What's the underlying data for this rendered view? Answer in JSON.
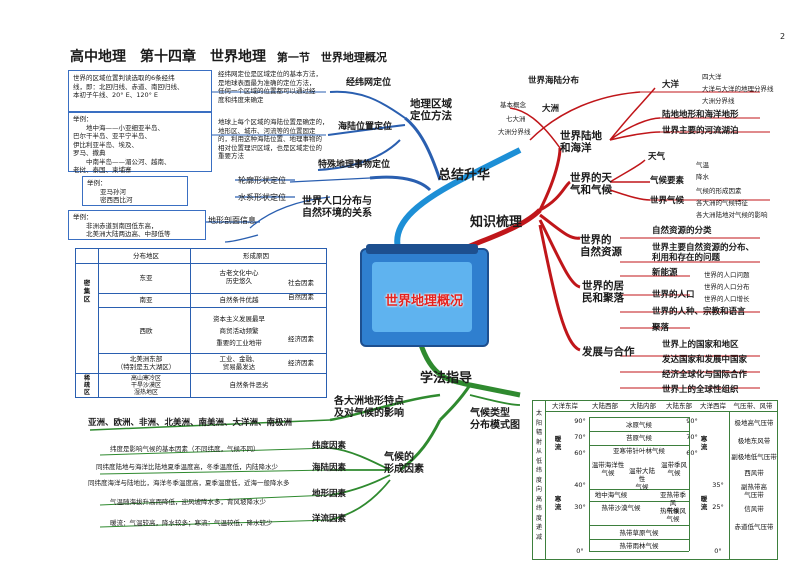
{
  "page_number": "2",
  "header": {
    "title": "高中地理　第十四章　世界地理",
    "section": "第一节　世界地理概况"
  },
  "center": {
    "label": "世界地理概况"
  },
  "branches": {
    "summary": "总结升华",
    "knowledge": "知识梳理",
    "method": "学法指导"
  },
  "summary": {
    "regional_positioning": "地理区域\n定位方法",
    "graticule": "经纬网定位",
    "sea_land": "海陆位置定位",
    "landmark": "特殊地理事物定位",
    "human_nature": "世界人口分布与\n自然环境的关系",
    "outline": "轮廓形状定位",
    "water_shape": "水系形状定位",
    "section_map": "地形剖面信息",
    "box_graticule_left": "世界的区域位置判读选取的6条经纬\n线，即：北回归线、赤道、南回归线、\n本初子午线、20° E、120° E",
    "box_graticule_right": "经纬网定位是区域定位的基本方法，\n是地球表面最为准确的定位方法，\n任何一个区域的位置都可以通过经\n度和纬度来确定",
    "box_sealand_left": "举例：\n　　地中海——小亚细亚半岛、\n巴尔干半岛、亚平宁半岛、\n伊比利亚半岛、埃及、\n罗马、撒典\n　　中南半岛——湄公河、越南、\n老挝、泰国、柬埔寨",
    "box_sealand_right": "地球上每个区域的海陆位置是确定的，\n地形区、城市、河流等的位置固定\n的，利用这种海陆位置、地理事物的\n相对位置理识区域，也是区域定位的\n重要方法",
    "box_ex1": "举例：\n　　亚马孙河\n　　密西西比河",
    "box_ex2": "举例：\n　　非洲赤道到南回低东高，\n　　北美洲大陆两边高、中部低等"
  },
  "pop_table": {
    "headers": [
      "分布地区",
      "形成原因"
    ],
    "dense": "密\n集\n区",
    "sparse": "稀\n疏\n区",
    "rows": [
      {
        "area": "东亚",
        "causes": "古老文化中心\n历史悠久"
      },
      {
        "area": "南亚",
        "causes": "自然条件优越"
      },
      {
        "area": "西欧",
        "causes": "资本主义发展最早\n商贸活动频繁\n重要的工业地带"
      },
      {
        "area": "北美洲东部\n（特别是五大湖区）",
        "causes": "工业、金融、\n贸易最发达"
      },
      {
        "area": "高山寒冷区\n干旱沙漠区\n湿热地区",
        "causes": "自然条件恶劣"
      }
    ],
    "brace_social": "社会因素",
    "brace_natural": "自然因素",
    "brace_econ": "经济因素",
    "brace_econ2": "经济因素"
  },
  "method": {
    "continents_climate": "各大洲地形特点\n及对气候的影响",
    "continents_list": "亚洲、欧洲、非洲、北美洲、南美洲、大洋洲、南极洲",
    "climate_factors": "气候的\n形成因素",
    "latitude": "纬度因素",
    "sea_land": "海陆因素",
    "terrain": "地形因素",
    "current": "洋流因素",
    "lat_desc": "纬度是影响气候的基本因素（不同纬度，气候不同）",
    "sealand_desc1": "同纬度陆地与海洋比陆地夏季温度高，冬季温度低，内陆降水少",
    "sealand_desc2": "同纬度海洋与陆地比，海洋冬季温度高，夏季温度低，近海一般降水多",
    "terrain_desc": "气温随海拔升高而降低，迎风坡降水多，背风坡降水少",
    "current_desc": "暖流：气温较高，降水较多；寒流：气温较低，降水较少",
    "climate_model": "气候类型\n分布模式图"
  },
  "knowledge": {
    "sea_land": "世界陆地\n和海洋",
    "sea_land_dist": "世界海陆分布",
    "ocean": "大洋",
    "ocean_items": [
      "四大洋",
      "大洋与大洋的地理分界线",
      "大洲分界线"
    ],
    "continent": "大洲",
    "continent_items": [
      "基本概念",
      "七大洲",
      "大洲分界线"
    ],
    "landform": "陆地地形和海洋地形",
    "rivers": "世界主要的河流湖泊",
    "weather": "世界的天\n气和气候",
    "weather_item": "天气",
    "climate_elements": "气候要素",
    "climate_elements_items": [
      "气温",
      "降水"
    ],
    "world_climate": "世界气候",
    "world_climate_items": [
      "气候的形成因素",
      "各大洲的气候特征",
      "各大洲陆地对气候的影响"
    ],
    "resources": "世界的\n自然资源",
    "resource_items": [
      "自然资源的分类",
      "世界主要自然资源的分布、\n利用和存在的问题",
      "新能源"
    ],
    "population": "世界的居\n民和聚落",
    "population_node": "世界的人口",
    "population_items": [
      "世界的人口问题",
      "世界的人口分布",
      "世界的人口增长"
    ],
    "race": "世界的人种、宗教和语言",
    "settlement": "聚落",
    "development": "发展与合作",
    "development_items": [
      "世界上的国家和地区",
      "发达国家和发展中国家",
      "经济全球化与国际合作",
      "世界上的全球性组织"
    ]
  },
  "climate_table": {
    "side_label": "太\n阳\n辐\n射\n从\n低\n纬\n度\n向\n高\n纬\n度\n递\n减",
    "col_headers": [
      "大洋东岸",
      "大陆西部",
      "大陆内部",
      "大陆东部",
      "大洋西岸",
      "气压带、风带"
    ],
    "lat_left": [
      "90°",
      "70°",
      "60°",
      "40°",
      "30°",
      "0°"
    ],
    "lat_right": [
      "90°",
      "70°",
      "60°",
      "35°",
      "25°",
      "0°"
    ],
    "warm_current": "暖\n流",
    "cold_current": "寒\n流",
    "cold_current_right": "寒\n流",
    "warm_current_right": "暖\n流",
    "cells": [
      "冰原气候",
      "苔原气候",
      "亚寒带针叶林气候",
      "温带海洋性\n气候",
      "温带大陆性\n气候",
      "温带季风\n气候",
      "地中海气候",
      "亚热带季风\n气候",
      "热带沙漠气候",
      "热带季风\n气候",
      "热带草原气候",
      "热带雨林气候"
    ],
    "belts": [
      "极地高气压带",
      "极地东风带",
      "副极地低气压带",
      "西风带",
      "副热带高\n气压带",
      "信风带",
      "赤道低气压带"
    ]
  },
  "colors": {
    "blue_branch": "#2a5fb0",
    "red_branch": "#c0161a",
    "green_branch": "#2f8a2f",
    "box_border": "#3a6fc2"
  }
}
